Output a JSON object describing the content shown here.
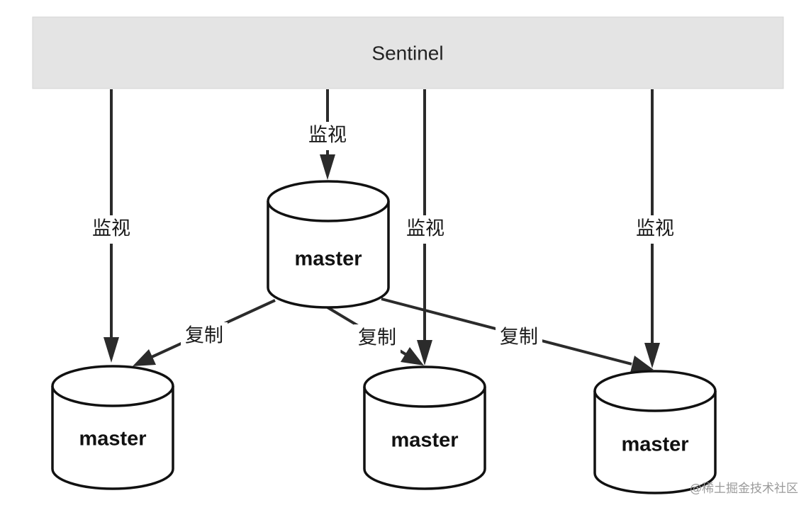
{
  "banner": {
    "label": "Sentinel"
  },
  "nodes": {
    "master_top": {
      "label": "master"
    },
    "master_left": {
      "label": "master"
    },
    "master_middle": {
      "label": "master"
    },
    "master_right": {
      "label": "master"
    }
  },
  "edges": {
    "monitor_top": {
      "label": "监视"
    },
    "monitor_left": {
      "label": "监视"
    },
    "monitor_middle": {
      "label": "监视"
    },
    "monitor_right": {
      "label": "监视"
    },
    "replicate_left": {
      "label": "复制"
    },
    "replicate_middle": {
      "label": "复制"
    },
    "replicate_right": {
      "label": "复制"
    }
  },
  "watermark": {
    "label": "@稀土掘金技术社区"
  }
}
